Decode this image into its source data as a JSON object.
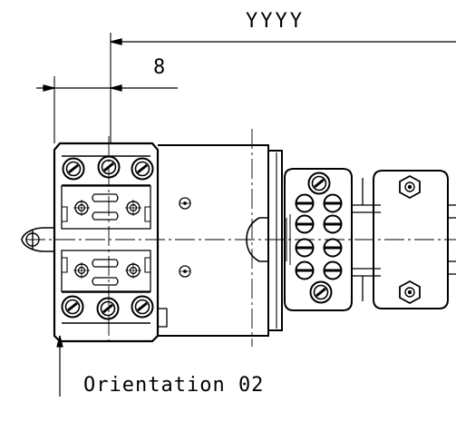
{
  "dimensions": {
    "overall_label": "YYYY",
    "offset_label": "8"
  },
  "note": {
    "orientation_label": "Orientation 02"
  },
  "colors": {
    "ink": "#000000",
    "background": "#ffffff"
  }
}
